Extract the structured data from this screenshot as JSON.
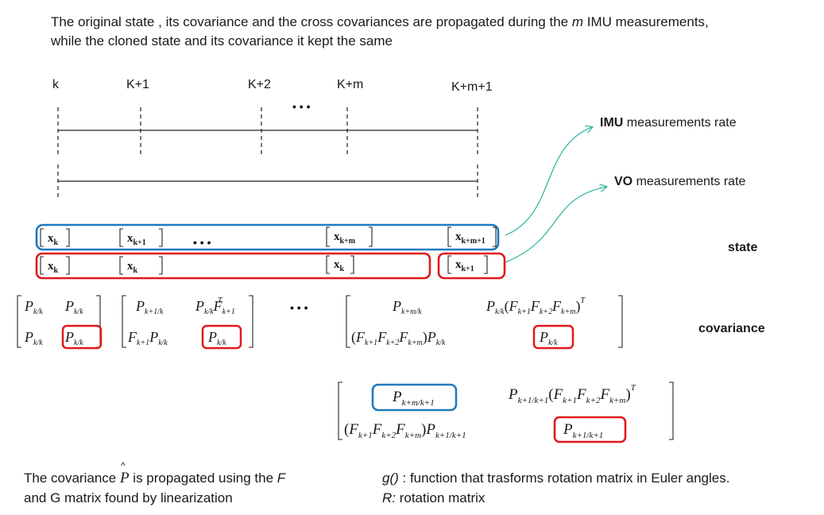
{
  "header": {
    "line1_pre": "The original state , its covariance and the cross covariances are propagated during the ",
    "line1_var": "m",
    "line1_post": " IMU measurements,",
    "line2": "while the cloned state and its covariance it kept the same"
  },
  "timeline": {
    "labels": [
      "k",
      "K+1",
      "K+2",
      "K+m",
      "K+m+1"
    ],
    "ellipsis": "• • •"
  },
  "rates": {
    "imu": {
      "bold": "IMU",
      "rest": " measurements rate"
    },
    "vo": {
      "bold": "VO",
      "rest": " measurements rate"
    }
  },
  "side_labels": {
    "state": "state",
    "covariance": "covariance"
  },
  "footer": {
    "left_line1_pre": "The covariance ",
    "left_symbol": "P",
    "left_line1_post": " is propagated using the ",
    "left_line1_var": "F",
    "left_line2": "and G matrix found by linearization",
    "right_line1_var": "g()",
    "right_line1_rest": " : function that trasforms rotation matrix in Euler angles.",
    "right_line2_var": "R:",
    "right_line2_rest": " rotation matrix"
  },
  "colors": {
    "blue": "#1f7ac0",
    "red": "#e0191b",
    "teal": "#37b9a7"
  }
}
